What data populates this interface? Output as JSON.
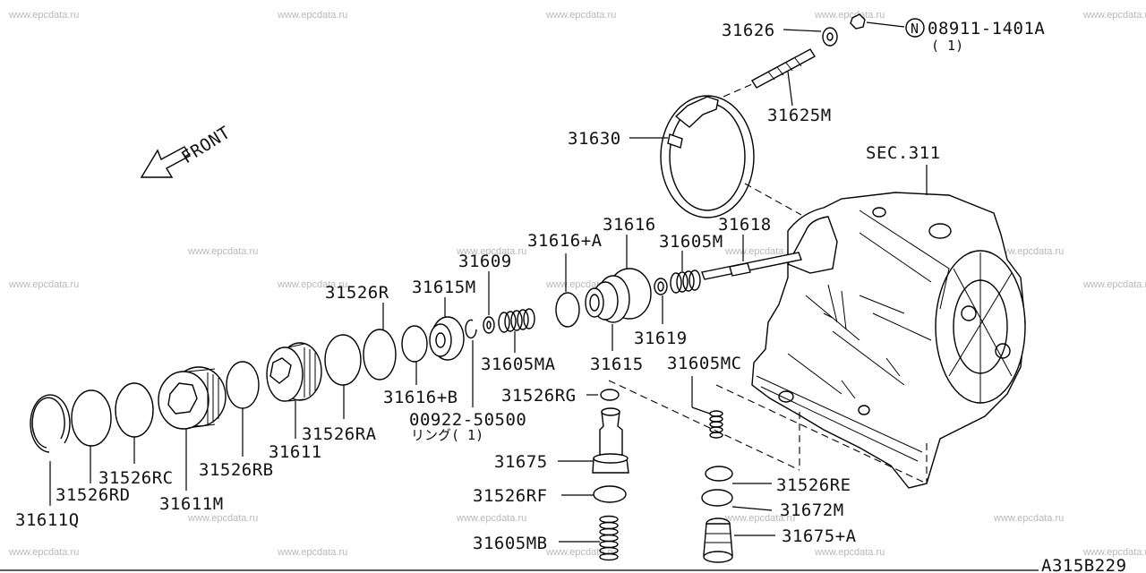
{
  "watermark": "www.epcdata.ru",
  "diagram_code": "A315B229",
  "front_label": "FRONT",
  "section_ref": "SEC.311",
  "nut_spec": {
    "symbol": "N",
    "part": "08911-1401A",
    "qty": "( 1)"
  },
  "ring_spec": {
    "part": "00922-50500",
    "note": "リング( 1)"
  },
  "parts": {
    "p31626": "31626",
    "p31625M": "31625M",
    "p31630": "31630",
    "p31616": "31616",
    "p31618": "31618",
    "p31616A": "31616+A",
    "p31605M": "31605M",
    "p31609": "31609",
    "p31615M": "31615M",
    "p31526R": "31526R",
    "p31619": "31619",
    "p31605MA": "31605MA",
    "p31615": "31615",
    "p31605MC": "31605MC",
    "p31616B": "31616+B",
    "p31526RG": "31526RG",
    "p31526RA": "31526RA",
    "p31611": "31611",
    "p31526RB": "31526RB",
    "p31526RC": "31526RC",
    "p31526RD": "31526RD",
    "p31611M": "31611M",
    "p31611Q": "31611Q",
    "p31675": "31675",
    "p31526RF": "31526RF",
    "p31605MB": "31605MB",
    "p31526RE": "31526RE",
    "p31672M": "31672M",
    "p31675A": "31675+A"
  }
}
